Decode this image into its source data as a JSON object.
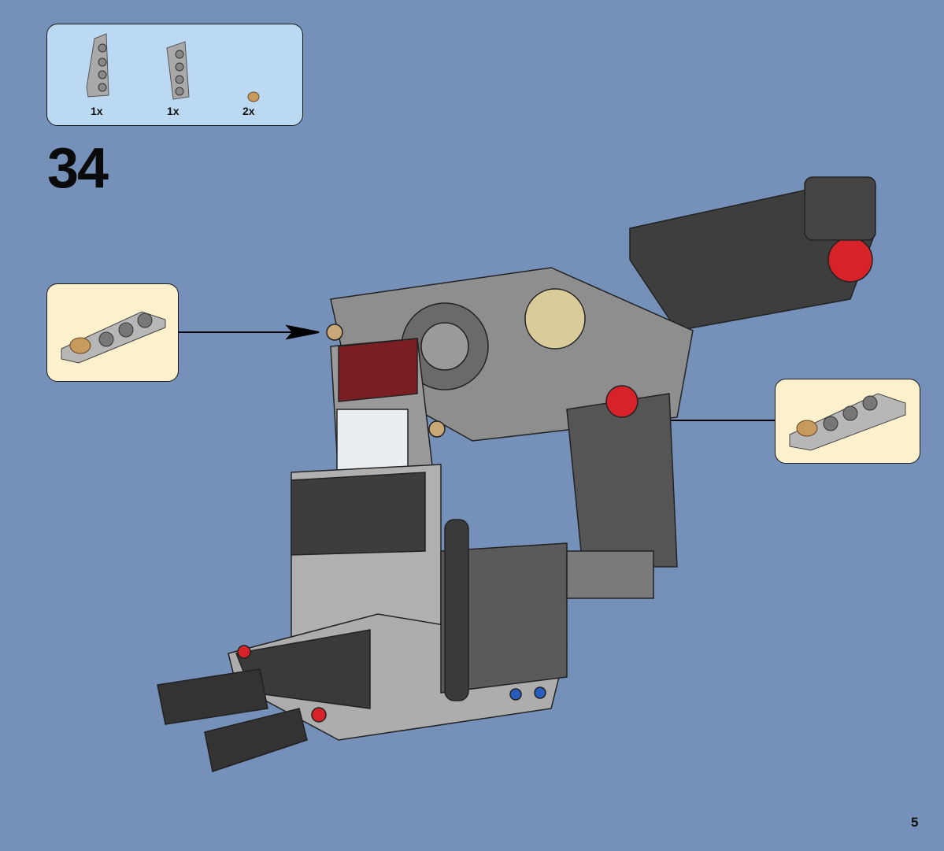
{
  "parts_list": {
    "items": [
      {
        "part": "wedge-plate-left-gray",
        "quantity": "1x"
      },
      {
        "part": "wedge-plate-right-gray",
        "quantity": "1x"
      },
      {
        "part": "round-plate-tan",
        "quantity": "2x"
      }
    ]
  },
  "step_number": "34",
  "callouts": [
    {
      "side": "left",
      "part": "wedge-plate-with-tan-stud"
    },
    {
      "side": "right",
      "part": "wedge-plate-with-tan-stud"
    }
  ],
  "page_number": "5",
  "colors": {
    "background": "#7591b9",
    "parts_box": "#bcd9f4",
    "callout_box": "#fdf0cd",
    "light_gray": "#b8b8b8",
    "dark_gray": "#3a3a3a",
    "red": "#d8222a",
    "tan": "#c9a877"
  }
}
